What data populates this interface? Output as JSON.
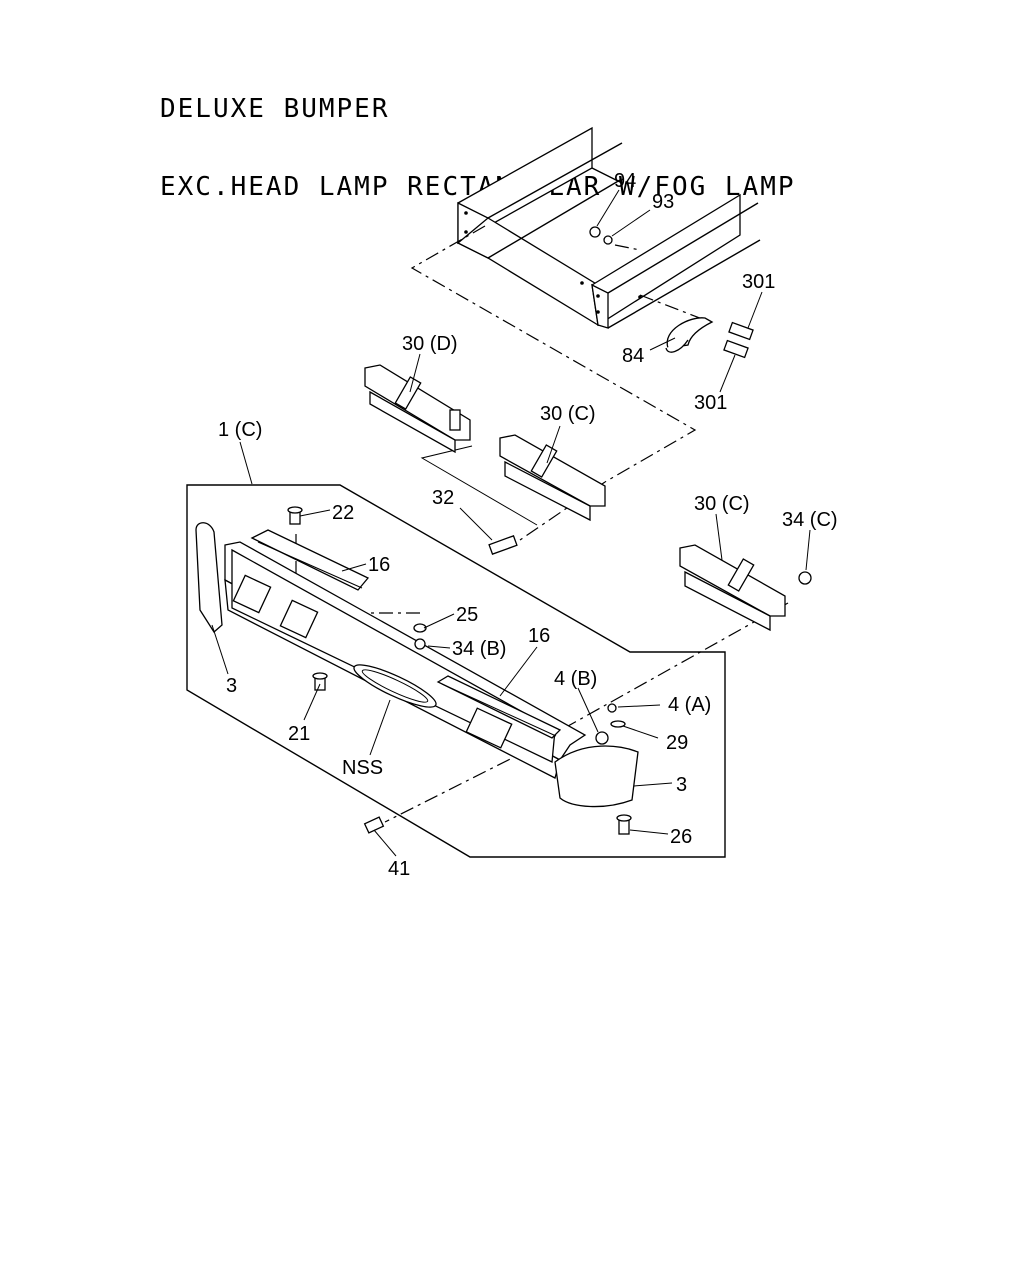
{
  "title": {
    "line1": "DELUXE BUMPER",
    "line2": "EXC.HEAD LAMP RECTANGULAR W/FOG LAMP"
  },
  "callouts": {
    "c94": "94",
    "c93": "93",
    "c301a": "301",
    "c84": "84",
    "c301b": "301",
    "c30d": "30 (D)",
    "c30c_mid": "30 (C)",
    "c1c": "1 (C)",
    "c32": "32",
    "c30c_right": "30 (C)",
    "c34c": "34 (C)",
    "c22": "22",
    "c16_left": "16",
    "c25": "25",
    "c34b": "34 (B)",
    "c16_right": "16",
    "c3_left": "3",
    "c4b": "4 (B)",
    "c4a": "4 (A)",
    "c21": "21",
    "c29": "29",
    "cnss": "NSS",
    "c3_right": "3",
    "c26": "26",
    "c41": "41"
  }
}
